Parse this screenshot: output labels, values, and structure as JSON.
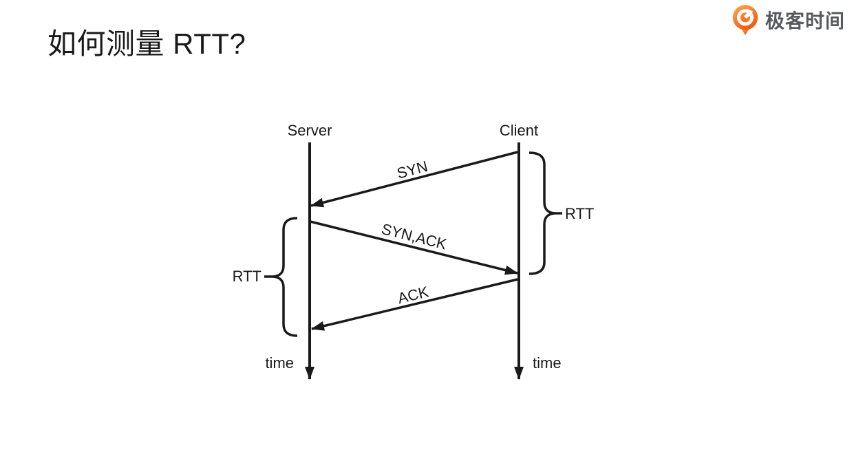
{
  "title": "如何测量 RTT?",
  "brand": {
    "name": "极客时间",
    "icon_color_top": "#ffa24f",
    "icon_color_bottom": "#f0530a",
    "text_color": "#565a5f"
  },
  "diagram": {
    "type": "sequence-diagram",
    "ink_color": "#1a1a1a",
    "server_label": "Server",
    "client_label": "Client",
    "messages": [
      {
        "label": "SYN",
        "from": "Client",
        "to": "Server"
      },
      {
        "label": "SYN,ACK",
        "from": "Server",
        "to": "Client"
      },
      {
        "label": "ACK",
        "from": "Client",
        "to": "Server"
      }
    ],
    "rtt_left_label": "RTT",
    "rtt_right_label": "RTT",
    "time_left_label": "time",
    "time_right_label": "time"
  }
}
